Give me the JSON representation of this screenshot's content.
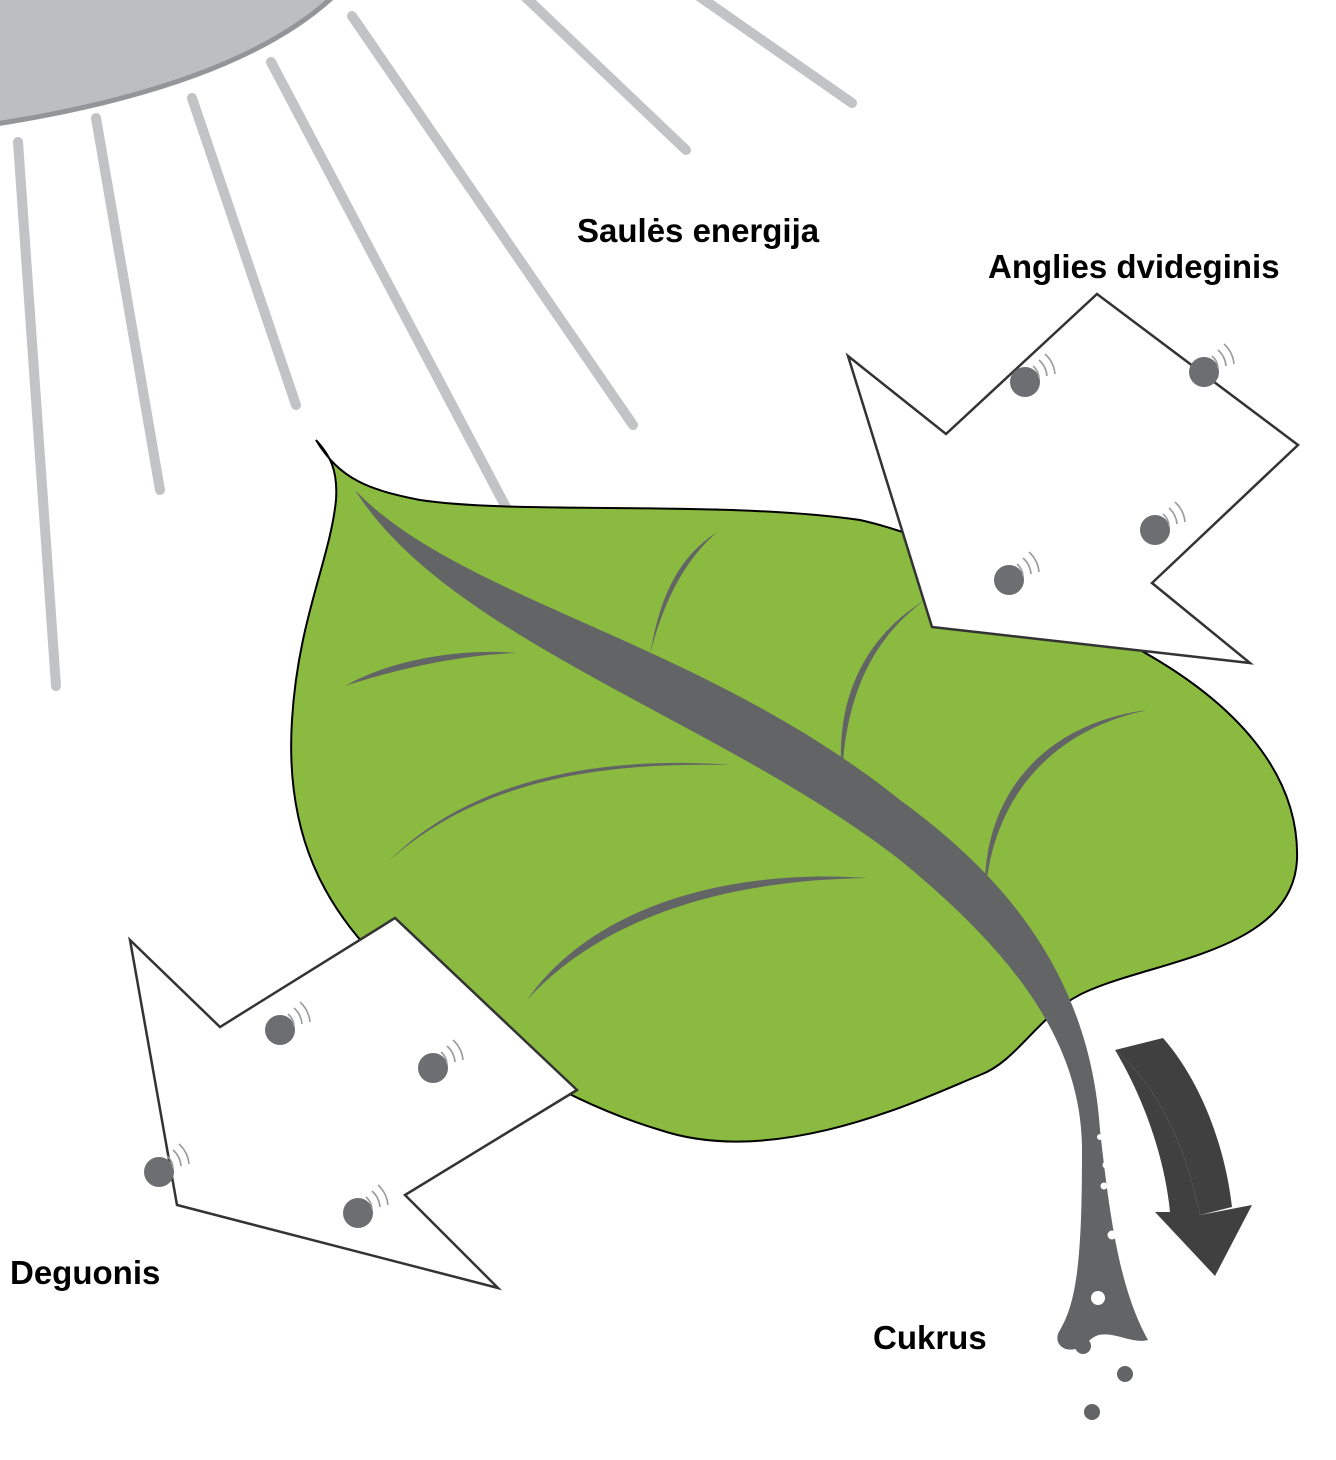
{
  "labels": {
    "solar": "Saulės energija",
    "co2": "Anglies dvideginis",
    "oxygen": "Deguonis",
    "sugar": "Cukrus"
  },
  "colors": {
    "sun": "#bcbec0",
    "sun_rim": "#939598",
    "ray": "#c2c3c5",
    "leaf": "#8aba3f",
    "vein": "#636466",
    "arrow_fill": "#ffffff",
    "arrow_stroke": "#333333",
    "molecule": "#6d6e71",
    "flow_arrow": "#404041"
  },
  "icons": {
    "sun": "sun-icon",
    "leaf": "leaf-icon",
    "molecule": "molecule-icon",
    "flow": "curved-arrow-icon"
  }
}
